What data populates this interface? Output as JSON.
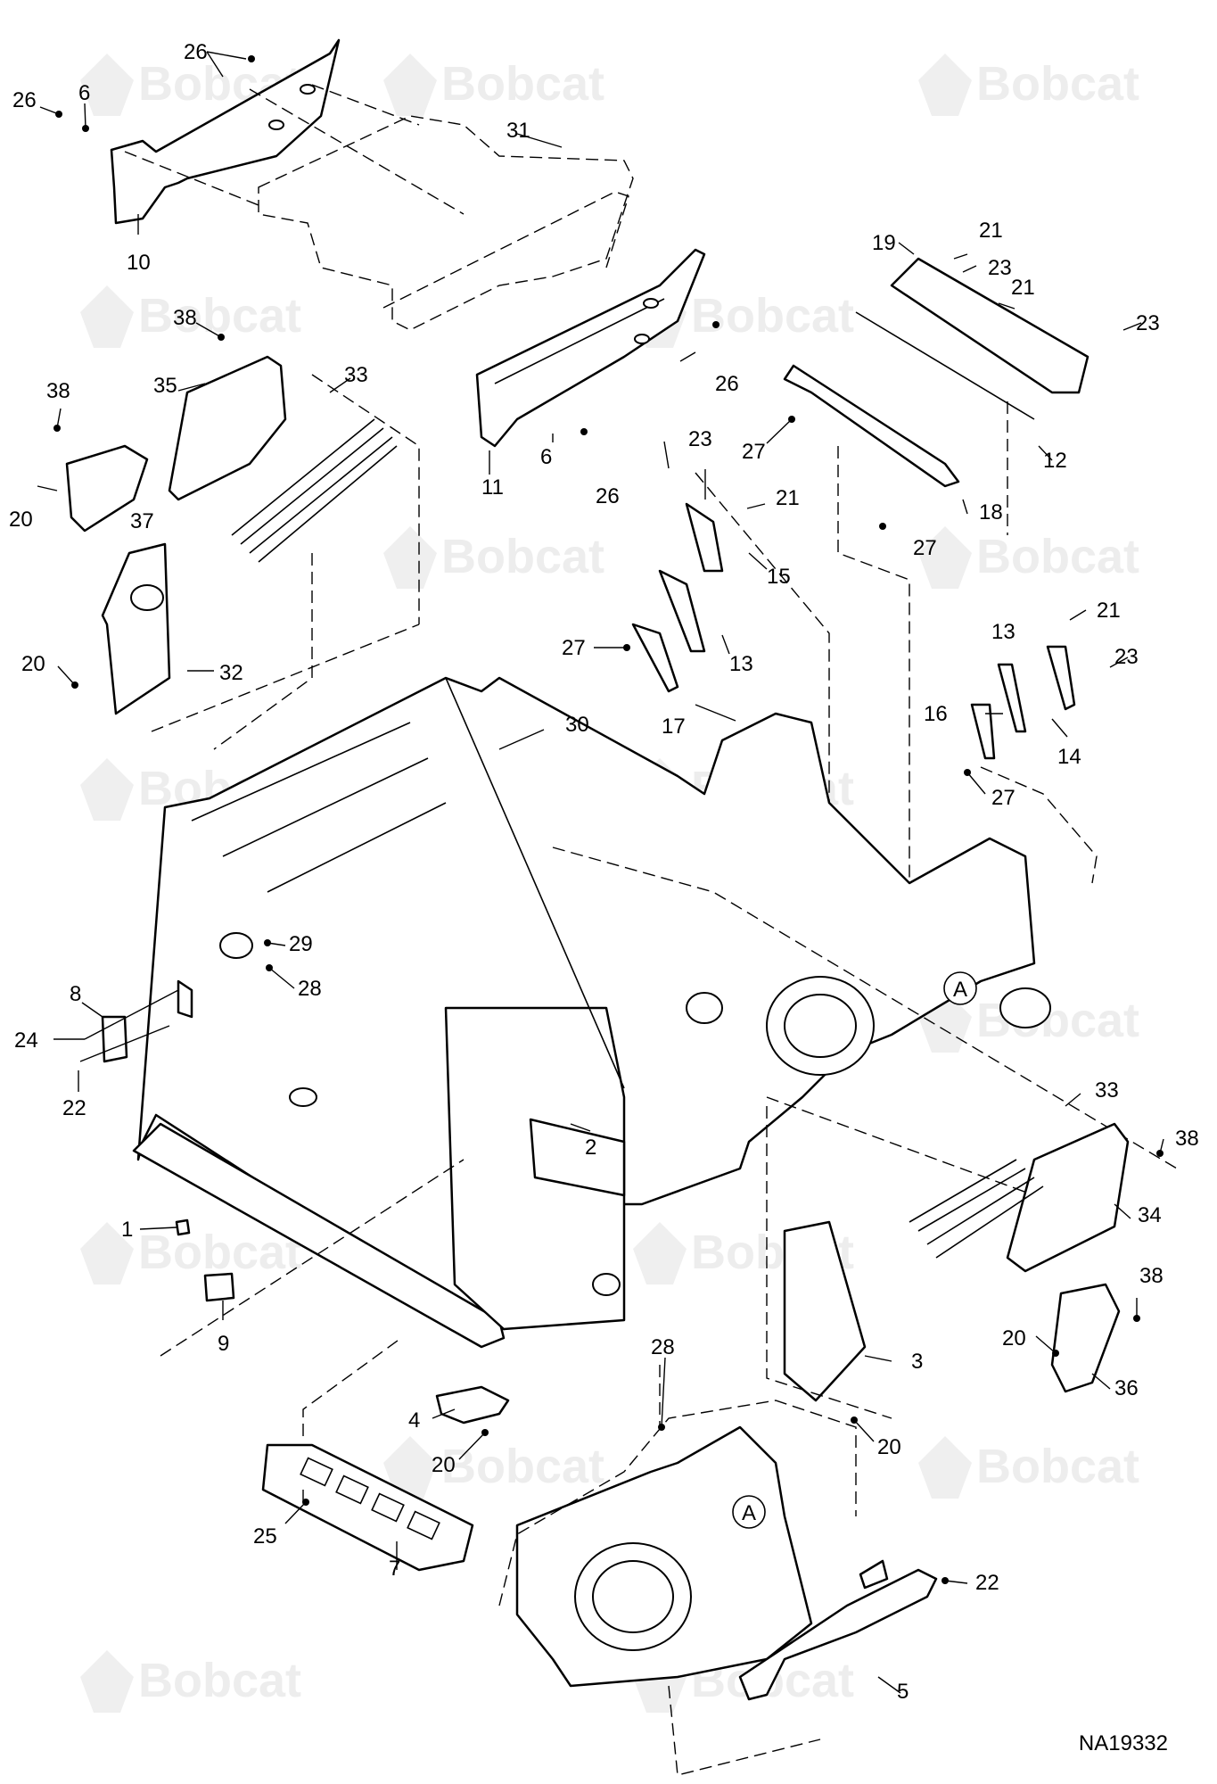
{
  "figure_id": "NA19332",
  "watermark": {
    "brand": "Bobcat",
    "color": "#ededed"
  },
  "reference_marks": [
    "A",
    "A"
  ],
  "callouts": [
    {
      "label": "26"
    },
    {
      "label": "26"
    },
    {
      "label": "6"
    },
    {
      "label": "10"
    },
    {
      "label": "31"
    },
    {
      "label": "38"
    },
    {
      "label": "35"
    },
    {
      "label": "33"
    },
    {
      "label": "38"
    },
    {
      "label": "37"
    },
    {
      "label": "20"
    },
    {
      "label": "32"
    },
    {
      "label": "20"
    },
    {
      "label": "11"
    },
    {
      "label": "6"
    },
    {
      "label": "26"
    },
    {
      "label": "26"
    },
    {
      "label": "19"
    },
    {
      "label": "21"
    },
    {
      "label": "23"
    },
    {
      "label": "21"
    },
    {
      "label": "23"
    },
    {
      "label": "27"
    },
    {
      "label": "12"
    },
    {
      "label": "18"
    },
    {
      "label": "27"
    },
    {
      "label": "23"
    },
    {
      "label": "21"
    },
    {
      "label": "15"
    },
    {
      "label": "27"
    },
    {
      "label": "13"
    },
    {
      "label": "17"
    },
    {
      "label": "21"
    },
    {
      "label": "13"
    },
    {
      "label": "23"
    },
    {
      "label": "16"
    },
    {
      "label": "14"
    },
    {
      "label": "27"
    },
    {
      "label": "30"
    },
    {
      "label": "29"
    },
    {
      "label": "28"
    },
    {
      "label": "8"
    },
    {
      "label": "24"
    },
    {
      "label": "22"
    },
    {
      "label": "2"
    },
    {
      "label": "1"
    },
    {
      "label": "9"
    },
    {
      "label": "33"
    },
    {
      "label": "38"
    },
    {
      "label": "34"
    },
    {
      "label": "38"
    },
    {
      "label": "20"
    },
    {
      "label": "36"
    },
    {
      "label": "3"
    },
    {
      "label": "20"
    },
    {
      "label": "28"
    },
    {
      "label": "4"
    },
    {
      "label": "20"
    },
    {
      "label": "25"
    },
    {
      "label": "7"
    },
    {
      "label": "22"
    },
    {
      "label": "5"
    }
  ]
}
